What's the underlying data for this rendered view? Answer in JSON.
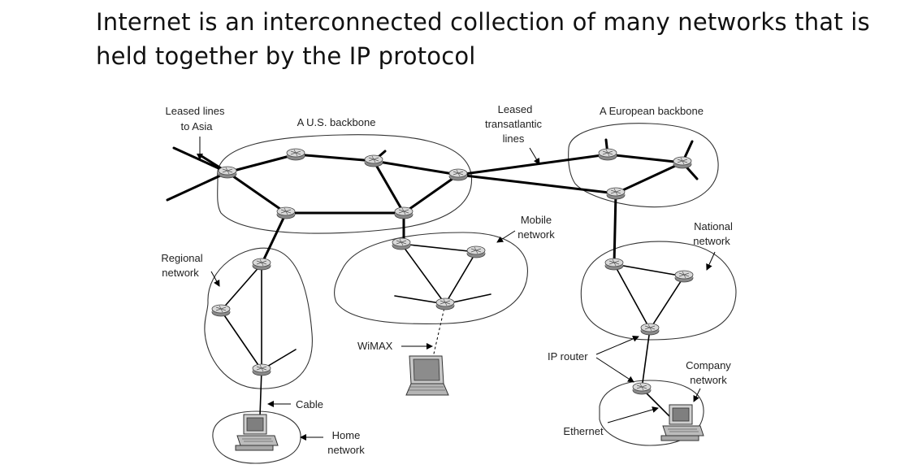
{
  "slide": {
    "title_line1": "Internet is an interconnected collection of many networks that is",
    "title_line2": "held together by the IP protocol"
  },
  "labels": {
    "leased_asia_1": "Leased lines",
    "leased_asia_2": "to Asia",
    "us_backbone": "A U.S. backbone",
    "leased_trans_1": "Leased",
    "leased_trans_2": "transatlantic",
    "leased_trans_3": "lines",
    "european_backbone": "A European backbone",
    "mobile_1": "Mobile",
    "mobile_2": "network",
    "national_1": "National",
    "national_2": "network",
    "regional_1": "Regional",
    "regional_2": "network",
    "wimax": "WiMAX",
    "ip_router": "IP router",
    "company_1": "Company",
    "company_2": "network",
    "cable": "Cable",
    "ethernet": "Ethernet",
    "home_1": "Home",
    "home_2": "network"
  }
}
